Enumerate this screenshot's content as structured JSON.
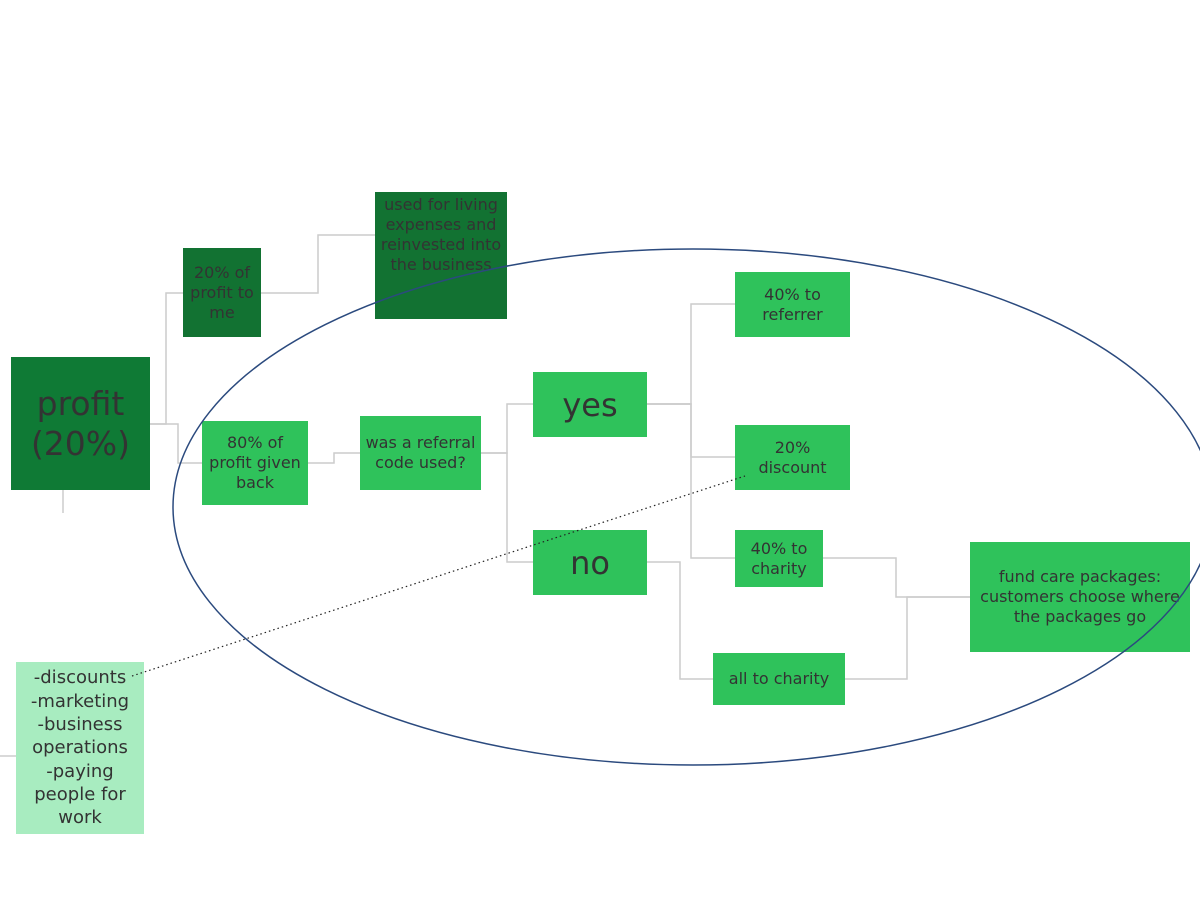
{
  "diagram": {
    "nodes": {
      "profit": "profit\n(20%)",
      "profit_to_me": "20% of\nprofit to\nme",
      "living_expenses": "used for living\nexpenses and\nreinvested into\nthe business",
      "profit_given_back": "80% of\nprofit given\nback",
      "referral_question": "was a referral\ncode used?",
      "yes": "yes",
      "no": "no",
      "to_referrer": "40% to\nreferrer",
      "discount": "20%\ndiscount",
      "to_charity": "40% to\ncharity",
      "all_to_charity": "all to charity",
      "care_packages": "fund care packages:\ncustomers choose where\nthe packages go",
      "uses": "-discounts\n-marketing\n-business\noperations\n-paying\npeople for\nwork"
    },
    "colors": {
      "dark_green": "#0f7a35",
      "darker_green": "#127232",
      "bright_green": "#2fc25b",
      "pale_green": "#a8ecc0",
      "connector": "#cccccc",
      "ellipse": "#2b4a7e",
      "text": "#333333"
    }
  }
}
